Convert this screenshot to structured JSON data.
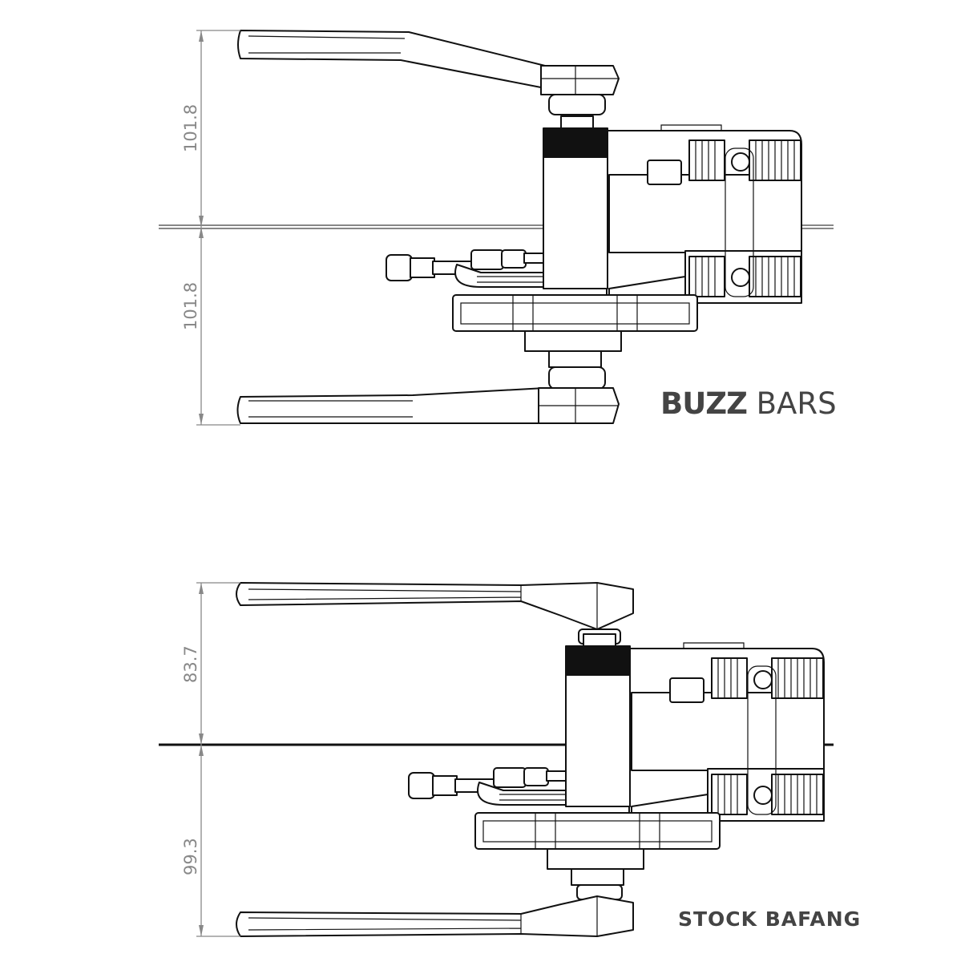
{
  "top_drawing": {
    "label_bold": "BUZZ",
    "label_regular": "BARS",
    "dim_upper": "101.8",
    "dim_lower": "101.8"
  },
  "bottom_drawing": {
    "label": "STOCK BAFANG",
    "dim_upper": "83.7",
    "dim_lower": "99.3"
  }
}
